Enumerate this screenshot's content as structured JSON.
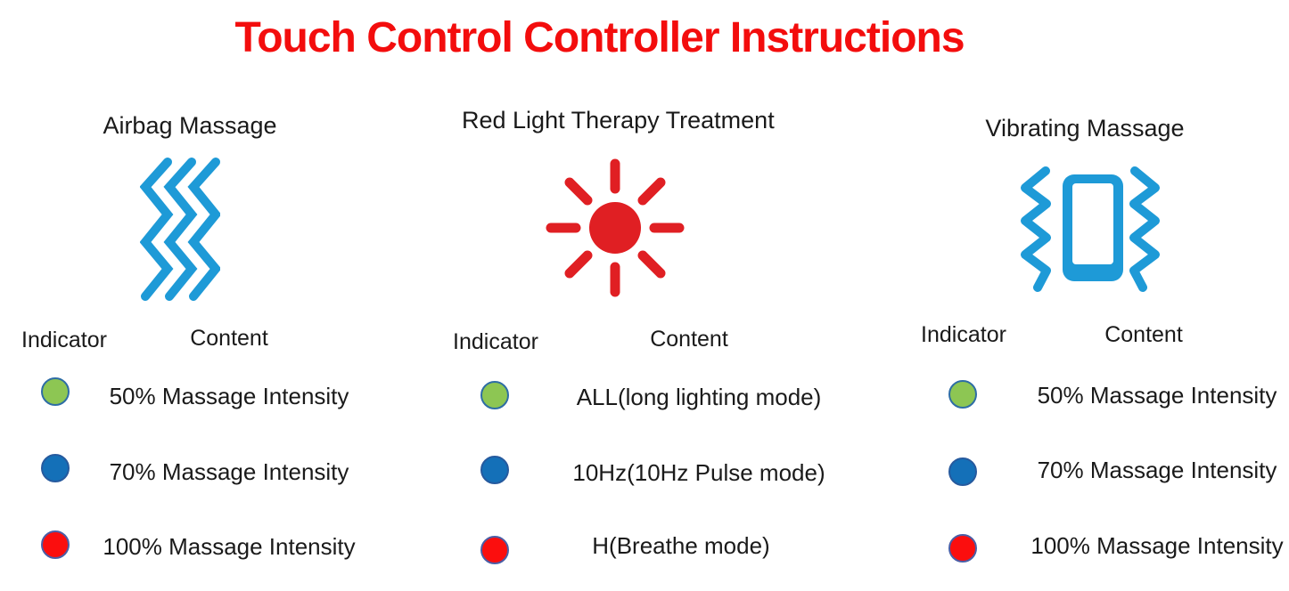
{
  "title": "Touch Control Controller Instructions",
  "colors": {
    "title_red": "#f30d0d",
    "icon_blue": "#1e9ad7",
    "icon_red": "#e01f23",
    "text": "#1a1a1a"
  },
  "indicator_colors": {
    "green": {
      "fill": "#8dc653",
      "border": "#2e6da5"
    },
    "blue": {
      "fill": "#1470b8",
      "border": "#265a9e"
    },
    "red": {
      "fill": "#fb0e0e",
      "border": "#4a5ea6"
    }
  },
  "sections": [
    {
      "heading": "Airbag Massage",
      "icon": "zigzag-waves-icon",
      "indicator_header": "Indicator",
      "content_header": "Content",
      "rows": [
        {
          "indicator": "green",
          "content": "50% Massage Intensity"
        },
        {
          "indicator": "blue",
          "content": "70% Massage Intensity"
        },
        {
          "indicator": "red",
          "content": "100% Massage Intensity"
        }
      ]
    },
    {
      "heading": "Red Light Therapy Treatment",
      "icon": "sun-icon",
      "indicator_header": "Indicator",
      "content_header": "Content",
      "rows": [
        {
          "indicator": "green",
          "content": "ALL(long lighting mode)"
        },
        {
          "indicator": "blue",
          "content": "10Hz(10Hz Pulse mode)"
        },
        {
          "indicator": "red",
          "content": "H(Breathe mode)"
        }
      ]
    },
    {
      "heading": "Vibrating Massage",
      "icon": "phone-vibration-icon",
      "indicator_header": "Indicator",
      "content_header": "Content",
      "rows": [
        {
          "indicator": "green",
          "content": "50% Massage Intensity"
        },
        {
          "indicator": "blue",
          "content": "70% Massage Intensity"
        },
        {
          "indicator": "red",
          "content": "100% Massage Intensity"
        }
      ]
    }
  ]
}
